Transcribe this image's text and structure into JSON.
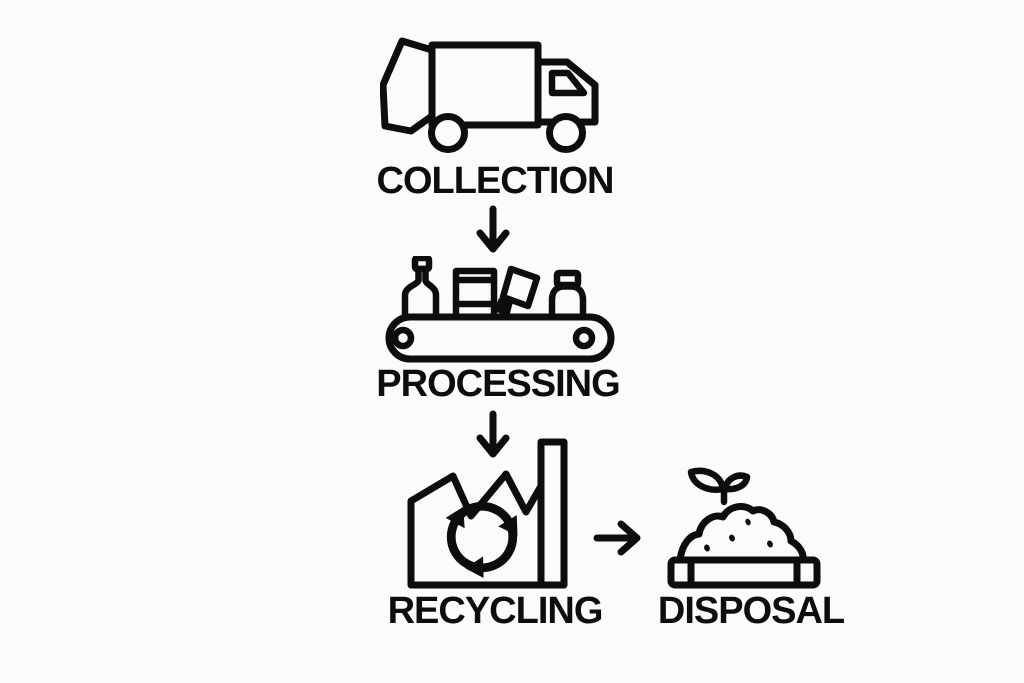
{
  "colors": {
    "background": "#fbfbfb",
    "ink": "#0d0d0d"
  },
  "flow": {
    "steps": [
      {
        "id": "collection",
        "label": "COLLECTION",
        "icon": "garbage-truck-icon"
      },
      {
        "id": "processing",
        "label": "PROCESSING",
        "icon": "conveyor-belt-icon"
      },
      {
        "id": "recycling",
        "label": "RECYCLING",
        "icon": "recycling-factory-icon"
      },
      {
        "id": "disposal",
        "label": "DISPOSAL",
        "icon": "compost-pile-icon"
      }
    ],
    "connections": [
      {
        "from": "collection",
        "to": "processing",
        "direction": "down"
      },
      {
        "from": "processing",
        "to": "recycling",
        "direction": "down"
      },
      {
        "from": "recycling",
        "to": "disposal",
        "direction": "right"
      }
    ]
  }
}
